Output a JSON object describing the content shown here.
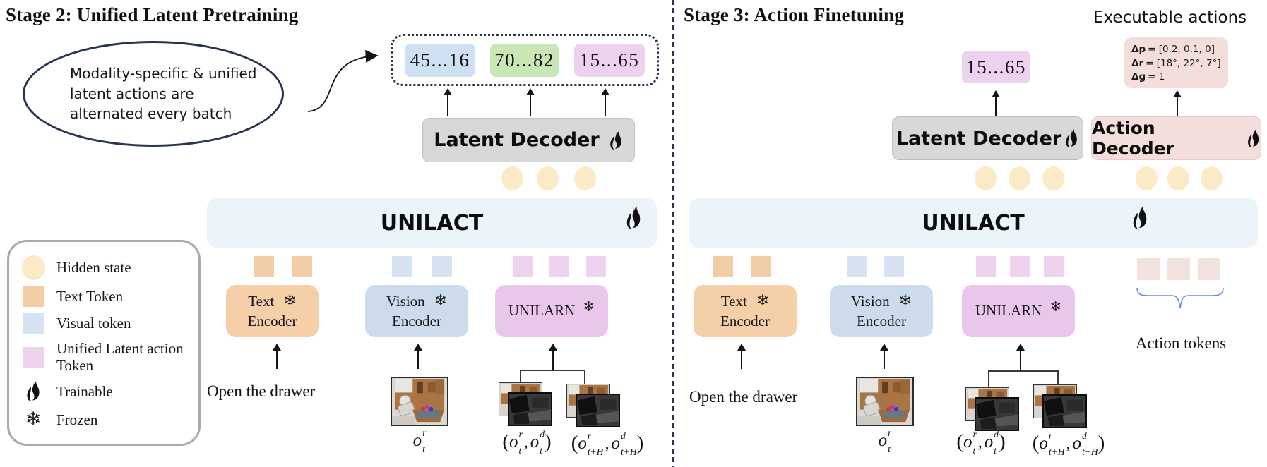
{
  "colors": {
    "navy": "#28354e",
    "blue_token": "#cfe0f2",
    "green_token": "#c9e6b7",
    "pink_token": "#edd2ef",
    "decoder_gray": "#d8d8d8",
    "unilact_bg": "#ebf4f8",
    "hidden_state": "#faeac6",
    "text_token": "#f2cca4",
    "visual_token": "#d6e2f2",
    "latent_action_token": "#eed3ee",
    "action_token": "#f1e2de",
    "text_encoder": "#f5cfa8",
    "vision_encoder": "#ccdcec",
    "unilarn": "#e9c7eb",
    "action_rose": "#f3dedb",
    "brace": "#6b8fd4"
  },
  "stage2": {
    "title": "Stage 2: Unified Latent Pretraining",
    "note_lines": [
      "Modality-specific & unified",
      "latent actions are",
      "alternated every batch"
    ],
    "latent_tokens": {
      "blue": "45...16",
      "green": "70...82",
      "pink": "15...65"
    }
  },
  "stage3": {
    "title": "Stage 3: Action Finetuning",
    "executable_label": "Executable actions",
    "action_values": [
      {
        "k": "Δp",
        "v": "= [0.2, 0.1, 0]"
      },
      {
        "k": "Δr",
        "v": "= [18°, 22°, 7°]"
      },
      {
        "k": "Δg",
        "v": "= 1"
      }
    ],
    "latent_token": "15...65",
    "action_decoder": "Action Decoder",
    "action_tokens_label": "Action tokens"
  },
  "common": {
    "backbone": "UNILACT",
    "latent_decoder": "Latent Decoder",
    "text_encoder": [
      "Text",
      "Encoder"
    ],
    "vision_encoder": [
      "Vision",
      "Encoder"
    ],
    "unilarn": "UNILARN",
    "instruction": "Open the drawer",
    "snowflake": "❄"
  },
  "math": {
    "single": {
      "base": "o",
      "sup": "r",
      "sub": "t"
    },
    "pair_t": {
      "open": "(",
      "a": {
        "base": "o",
        "sup": "r",
        "sub": "t"
      },
      "comma": ",",
      "b": {
        "base": "o",
        "sup": "d",
        "sub": "t"
      },
      "close": ")"
    },
    "pair_tH": {
      "open": "(",
      "a": {
        "base": "o",
        "sup": "r",
        "sub": "t+H"
      },
      "comma": ",",
      "b": {
        "base": "o",
        "sup": "d",
        "sub": "t+H"
      },
      "close": ")"
    }
  },
  "legend": {
    "items": [
      {
        "label": "Hidden state"
      },
      {
        "label": "Text Token"
      },
      {
        "label": "Visual token"
      },
      {
        "label": "Unified Latent action Token"
      },
      {
        "label": "Trainable"
      },
      {
        "label": "Frozen"
      }
    ]
  }
}
